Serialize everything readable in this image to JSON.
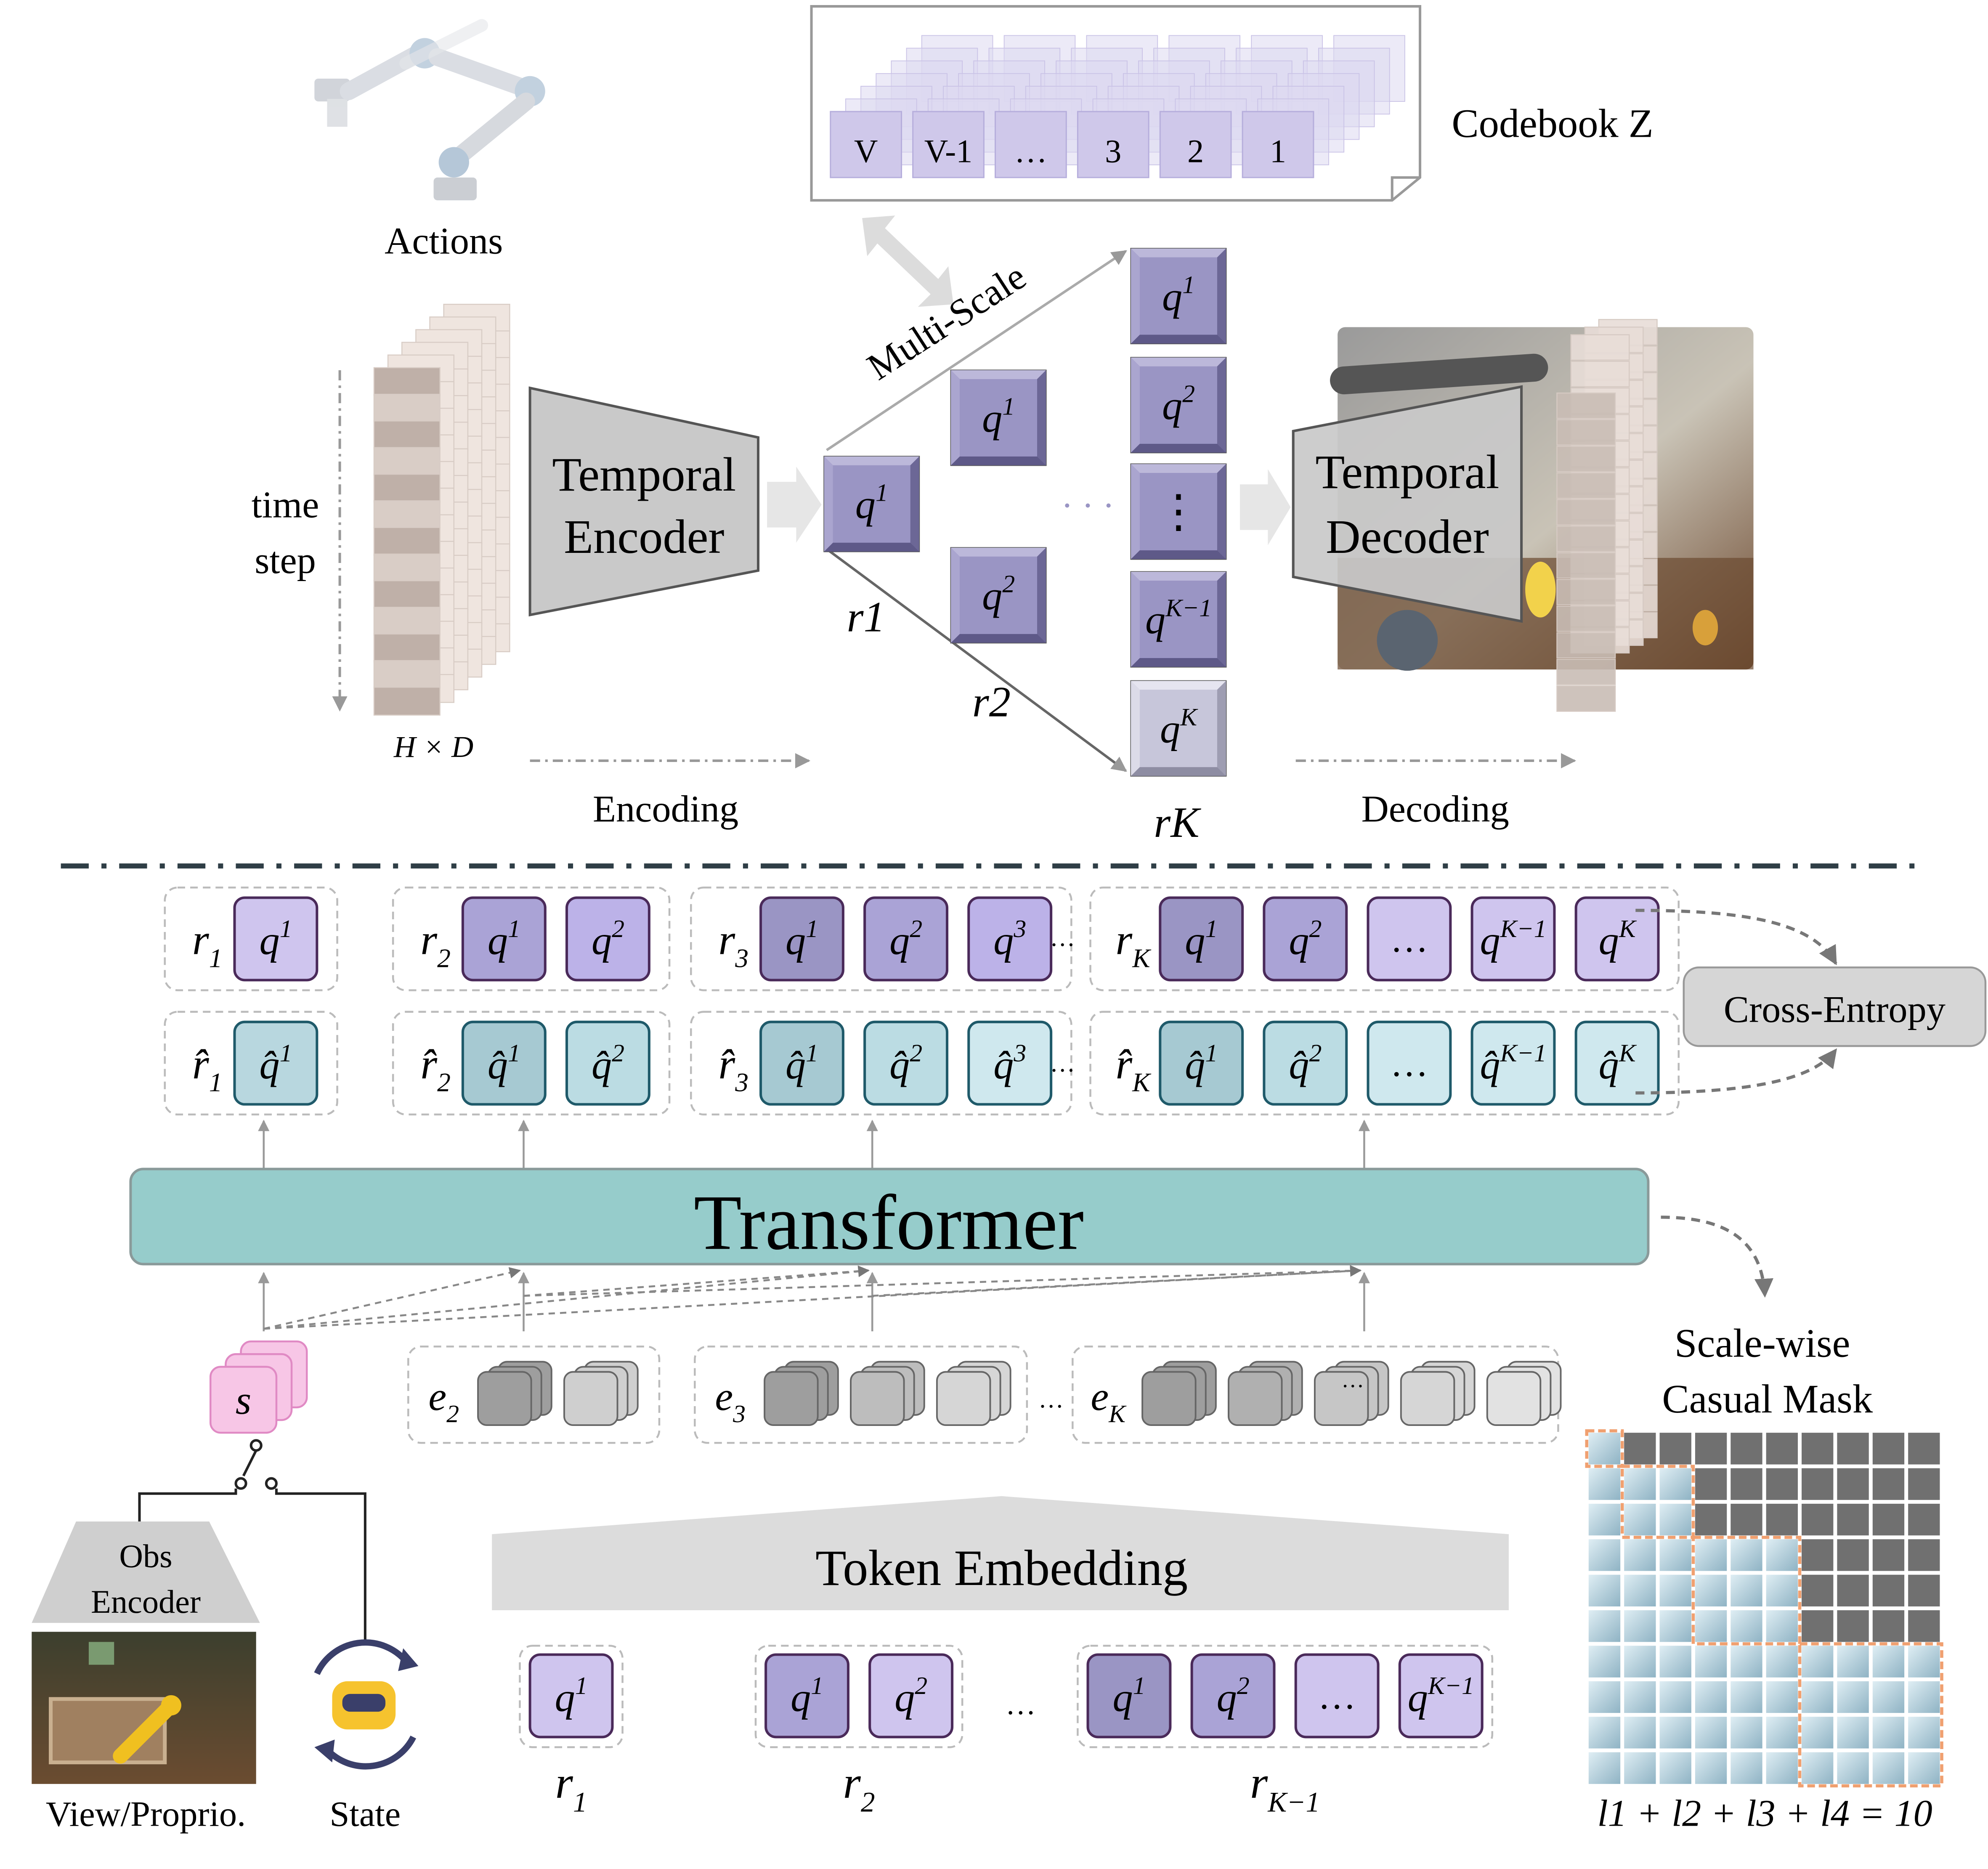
{
  "encoding_section": {
    "actions_label": "Actions",
    "time_label_line1": "time",
    "time_label_line2": "step",
    "shape_label": "H × D",
    "encoder_line1": "Temporal",
    "encoder_line2": "Encoder",
    "decoder_line1": "Temporal",
    "decoder_line2": "Decoder",
    "encoding_label": "Encoding",
    "decoding_label": "Decoding",
    "multiscale_label": "Multi-Scale",
    "codebook_label": "Codebook Z",
    "codebook_cards": [
      "V",
      "V-1",
      "…",
      "3",
      "2",
      "1"
    ],
    "scale_r1": "r1",
    "scale_r2": "r2",
    "scale_rK": "rK",
    "q_column": [
      "q1",
      "q2",
      "⋮",
      "qK−1",
      "qK"
    ],
    "mid_ellipsis": "· · ·"
  },
  "autoregressive_section": {
    "target_groups": [
      {
        "label": "r1",
        "tokens": [
          "q1"
        ]
      },
      {
        "label": "r2",
        "tokens": [
          "q1",
          "q2"
        ]
      },
      {
        "label": "r3",
        "tokens": [
          "q1",
          "q2",
          "q3"
        ]
      },
      {
        "label": "rK",
        "tokens": [
          "q1",
          "q2",
          "…",
          "qK−1",
          "qK"
        ]
      }
    ],
    "pred_groups": [
      {
        "label": "r̂1",
        "tokens": [
          "q̂1"
        ]
      },
      {
        "label": "r̂2",
        "tokens": [
          "q̂1",
          "q̂2"
        ]
      },
      {
        "label": "r̂3",
        "tokens": [
          "q̂1",
          "q̂2",
          "q̂3"
        ]
      },
      {
        "label": "r̂K",
        "tokens": [
          "q̂1",
          "q̂2",
          "…",
          "q̂K−1",
          "q̂K"
        ]
      }
    ],
    "loss_label": "Cross-Entropy",
    "transformer_label": "Transformer",
    "state_token": "s",
    "embedding_groups": [
      "e2",
      "e3",
      "eK"
    ],
    "obs_encoder_line1": "Obs",
    "obs_encoder_line2": "Encoder",
    "view_label": "View/Proprio.",
    "state_label": "State",
    "token_embedding_label": "Token Embedding",
    "input_groups": [
      {
        "label": "r1",
        "tokens": [
          "q1"
        ]
      },
      {
        "label": "r2",
        "tokens": [
          "q1",
          "q2"
        ]
      },
      {
        "label": "rK−1",
        "tokens": [
          "q1",
          "q2",
          "…",
          "qK−1"
        ]
      }
    ],
    "mask_title_line1": "Scale-wise",
    "mask_title_line2": "Casual Mask",
    "mask_equation": "l1 + l2 + l3 + l4 = 10",
    "mask_scales": [
      1,
      2,
      3,
      4
    ]
  },
  "colors": {
    "q_purple": "#9a95c4",
    "token_lavender": "#cfc5ee",
    "token_teal": "#cfe8ee",
    "transformer": "#96cccb",
    "state_pink": "#f7c6e6",
    "mask_dark": "#707070",
    "mask_orange": "#f0a070"
  }
}
